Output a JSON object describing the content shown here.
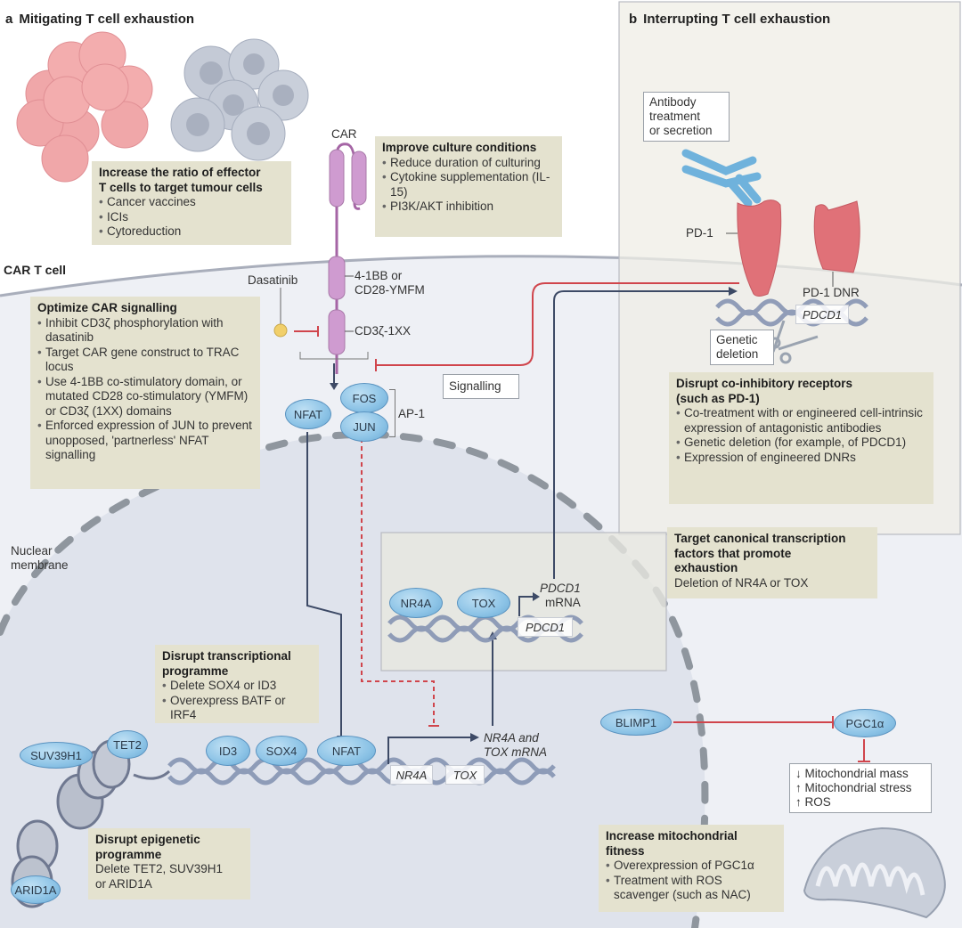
{
  "panel_a": {
    "letter": "a",
    "title": "Mitigating T cell exhaustion",
    "cell_label": "CAR T cell",
    "nuclear_label_1": "Nuclear",
    "nuclear_label_2": "membrane"
  },
  "panel_b": {
    "letter": "b",
    "title": "Interrupting T cell exhaustion"
  },
  "boxes": {
    "ratio": {
      "title_1": "Increase the ratio of effector",
      "title_2": "T cells to target tumour cells",
      "items": [
        "Cancer vaccines",
        "ICIs",
        "Cytoreduction"
      ]
    },
    "culture": {
      "title": "Improve culture conditions",
      "items": [
        "Reduce duration of culturing",
        "Cytokine supplementation (IL-15)",
        "PI3K/AKT inhibition"
      ]
    },
    "car_signalling": {
      "title": "Optimize CAR signalling",
      "items": [
        "Inhibit CD3ζ phosphorylation with dasatinib",
        "Target CAR gene construct to TRAC locus",
        "Use 4-1BB co-stimulatory domain, or mutated CD28 co-stimulatory (YMFM) or CD3ζ (1XX) domains",
        "Enforced expression of JUN to prevent unopposed, 'partnerless' NFAT signalling"
      ]
    },
    "coinhibitory": {
      "title_1": "Disrupt co-inhibitory receptors",
      "title_2": "(such as PD-1)",
      "items": [
        "Co-treatment with or engineered cell-intrinsic expression of antagonistic antibodies",
        "Genetic deletion (for example, of PDCD1)",
        "Expression of engineered DNRs"
      ]
    },
    "canonical_tf": {
      "title_1": "Target canonical transcription",
      "title_2": "factors that promote",
      "title_3": "exhaustion",
      "body": "Deletion of NR4A or TOX"
    },
    "transcriptional": {
      "title_1": "Disrupt transcriptional",
      "title_2": "programme",
      "items": [
        "Delete SOX4 or ID3",
        "Overexpress BATF or IRF4"
      ]
    },
    "epigenetic": {
      "title_1": "Disrupt epigenetic",
      "title_2": "programme",
      "body_1": "Delete TET2, SUV39H1",
      "body_2": "or ARID1A"
    },
    "mito": {
      "title_1": "Increase mitochondrial",
      "title_2": "fitness",
      "items": [
        "Overexpression of PGC1α",
        "Treatment with ROS scavenger (such as NAC)"
      ]
    }
  },
  "labels": {
    "car": "CAR",
    "dasatinib": "Dasatinib",
    "domain_1a": "4-1BB or",
    "domain_1b": "CD28-YMFM",
    "domain_2": "CD3ζ-1XX",
    "ap1": "AP-1",
    "pd1": "PD-1",
    "pd1_dnr": "PD-1 DNR",
    "pdcd1_mrna_1": "PDCD1",
    "pdcd1_mrna_2": "mRNA",
    "nr4a_tox_mrna_1": "NR4A and",
    "nr4a_tox_mrna_2": "TOX mRNA"
  },
  "white_boxes": {
    "antibody": [
      "Antibody",
      "treatment",
      "or secretion"
    ],
    "signalling": "Signalling",
    "genetic_deletion": [
      "Genetic",
      "deletion"
    ],
    "mito_effects": [
      "↓ Mitochondrial mass",
      "↑ Mitochondrial stress",
      "↑ ROS"
    ]
  },
  "proteins": {
    "nfat": "NFAT",
    "fos": "FOS",
    "jun": "JUN",
    "nr4a": "NR4A",
    "tox": "TOX",
    "id3": "ID3",
    "sox4": "SOX4",
    "nfat_dna": "NFAT",
    "suv39h1": "SUV39H1",
    "tet2": "TET2",
    "arid1a": "ARID1A",
    "blimp1": "BLIMP1",
    "pgc1a": "PGC1α"
  },
  "genes": {
    "pdcd1_top": "PDCD1",
    "pdcd1_mid": "PDCD1",
    "nr4a": "NR4A",
    "tox": "TOX"
  },
  "colors": {
    "box_bg": "#e4e2cf",
    "panel_b_bg": "#efeee6",
    "cytoplasm": "#eef0f5",
    "nucleus": "#dfe3ec",
    "activation_arrow": "#3d4a66",
    "inhibition_line": "#d0454c",
    "car_purple": "#c893c8",
    "protein_blue": "#8cc3e6",
    "pd1_red": "#e07178"
  }
}
